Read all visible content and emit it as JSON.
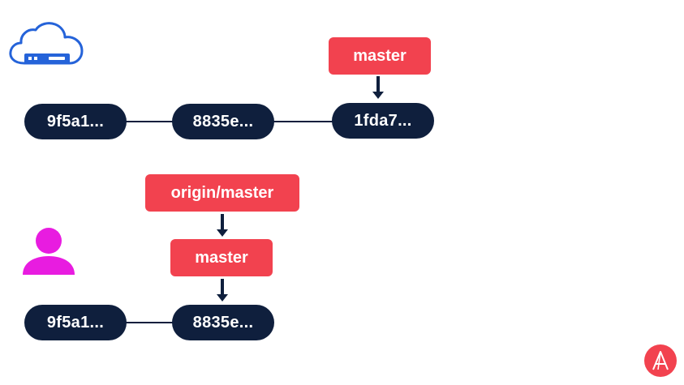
{
  "remote": {
    "icon": "cloud-server-icon",
    "commits": [
      {
        "label": "9f5a1..."
      },
      {
        "label": "8835e..."
      },
      {
        "label": "1fda7..."
      }
    ],
    "branch_label": "master"
  },
  "local": {
    "icon": "user-icon",
    "commits": [
      {
        "label": "9f5a1..."
      },
      {
        "label": "8835e..."
      }
    ],
    "remote_tracking_label": "origin/master",
    "branch_label": "master"
  },
  "logo": {
    "icon": "academy-logo-icon"
  },
  "colors": {
    "commit_bg": "#0f1f3d",
    "ref_bg": "#f2424f",
    "user_icon": "#e81ce0",
    "cloud_stroke": "#2563d9",
    "logo_bg": "#f2424f"
  }
}
